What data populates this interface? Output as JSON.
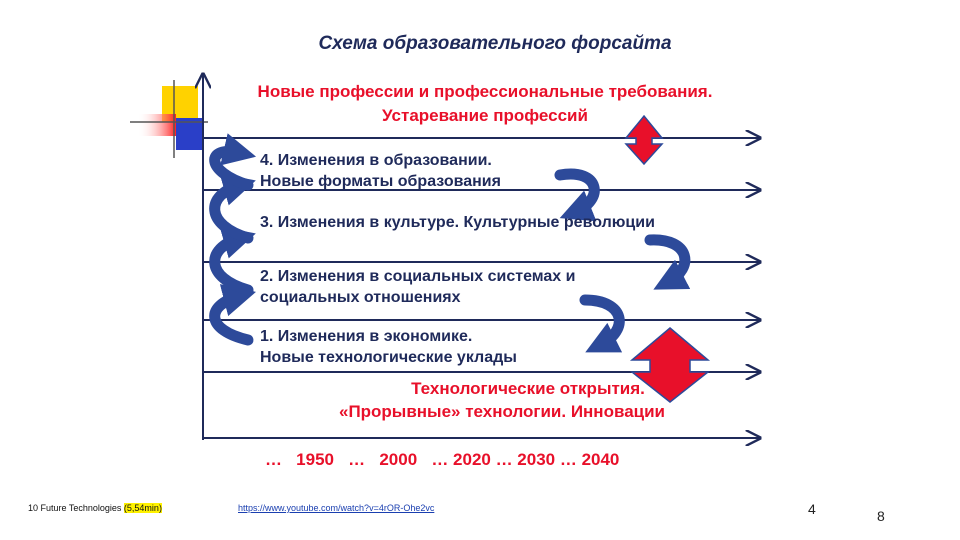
{
  "title": "Схема образовательного форсайта",
  "top_block": {
    "line1": "Новые профессии и профессиональные требования.",
    "line2": "Устаревание профессий"
  },
  "levels": [
    {
      "line1": "4. Изменения в образовании.",
      "line2": "Новые форматы образования"
    },
    {
      "line1": "3. Изменения в культуре. Культурные революции",
      "line2": ""
    },
    {
      "line1": "2. Изменения в социальных системах и",
      "line2": "социальных отношениях"
    },
    {
      "line1": "1. Изменения в экономике.",
      "line2": "Новые технологические уклады"
    }
  ],
  "bottom_block": {
    "line1": "Технологические открытия.",
    "line2": "«Прорывные» технологии. Инновации"
  },
  "timeline": "…   1950   …   2000   … 2020 … 2030 … 2040",
  "footer": {
    "left_text": "10 Future Technologies",
    "left_highlight": "(5,54min)",
    "link": "https://www.youtube.com/watch?v=4rOR-Ohe2vc",
    "page_a": "4",
    "page_b": "8"
  },
  "colors": {
    "navy": "#1f2a5a",
    "red": "#e8102a",
    "arrow_blue": "#2d4a9a",
    "logo_yellow": "#ffd200",
    "logo_blue": "#2a3fc8"
  }
}
